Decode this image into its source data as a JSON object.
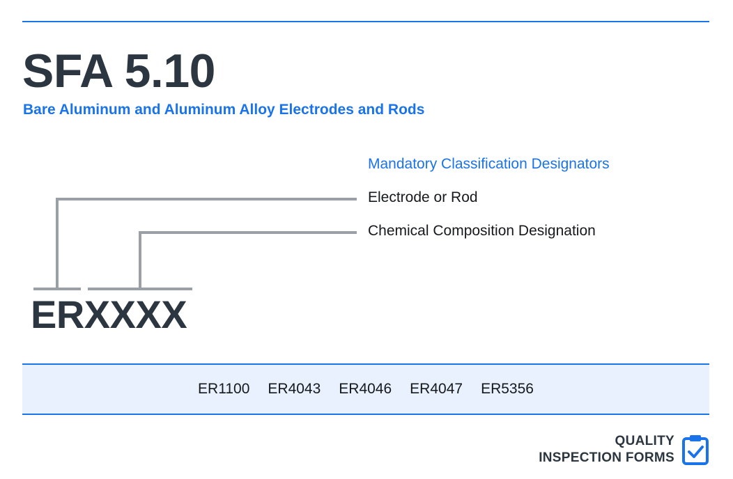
{
  "header": {
    "title": "SFA 5.10",
    "subtitle": "Bare Aluminum and Aluminum Alloy Electrodes and Rods"
  },
  "legend": {
    "heading": "Mandatory Classification Designators",
    "items": [
      {
        "label": "Electrode or Rod"
      },
      {
        "label": "Chemical Composition Designation"
      }
    ]
  },
  "designation": {
    "prefix": "ER",
    "suffix": "XXXX"
  },
  "examples": [
    "ER1100",
    "ER4043",
    "ER4046",
    "ER4047",
    "ER5356"
  ],
  "brand": {
    "line1": "QUALITY",
    "line2": "INSPECTION FORMS",
    "icon": "clipboard-check-icon"
  },
  "colors": {
    "accent": "#1a73e8",
    "band_background": "#e8f1fd",
    "connector": "#9aa0a6",
    "title_text": "#2b3640"
  }
}
